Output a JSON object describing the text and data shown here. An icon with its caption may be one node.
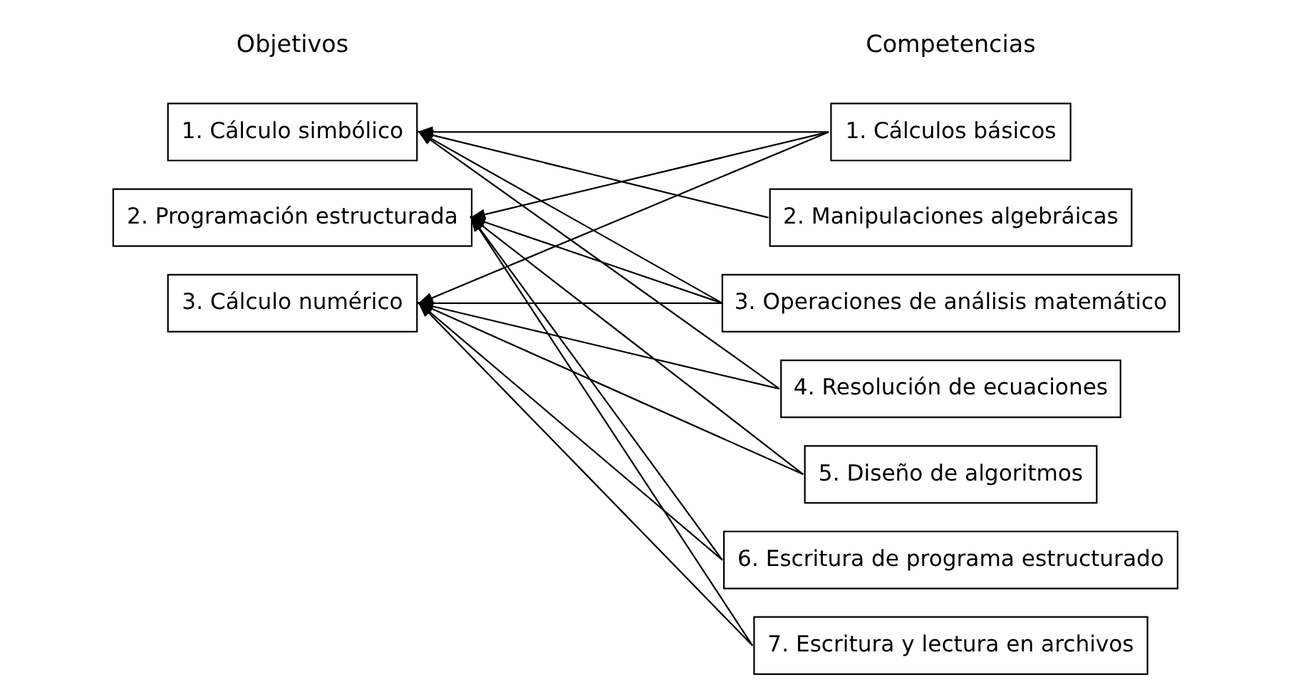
{
  "diagram": {
    "nodes": [
      {
        "text": [
          "1. Cálculo simbólico"
        ]
      },
      {
        "text": [
          "2. Programación estructurada"
        ]
      },
      {
        "text": [
          "3. Cálculo numérico"
        ]
      },
      {
        "text": [
          "1. Cálculos básicos"
        ]
      },
      {
        "text": [
          "2. Manipulaciones algebráicas"
        ]
      },
      {
        "text": [
          "3. Operaciones de análisis matemático"
        ]
      },
      {
        "text": [
          "4. Resolución de ecuaciones"
        ]
      },
      {
        "text": [
          "5. Diseño de algoritmos"
        ]
      },
      {
        "text": [
          "6. Escritura de programa estructurado"
        ]
      },
      {
        "text": [
          "7. Escritura y lectura en archivos"
        ]
      }
    ],
    "edges": [
      {
        "from": 3,
        "to": 0,
        "arrow": "to"
      },
      {
        "from": 3,
        "to": 1,
        "arrow": "to"
      },
      {
        "from": 3,
        "to": 2,
        "arrow": "to"
      },
      {
        "from": 4,
        "to": 0,
        "arrow": "to"
      },
      {
        "from": 5,
        "to": 0,
        "arrow": "to"
      },
      {
        "from": 5,
        "to": 1,
        "arrow": "to"
      },
      {
        "from": 5,
        "to": 2,
        "arrow": "to"
      },
      {
        "from": 6,
        "to": 0,
        "arrow": "to"
      },
      {
        "from": 6,
        "to": 2,
        "arrow": "to"
      },
      {
        "from": 7,
        "to": 1,
        "arrow": "to"
      },
      {
        "from": 7,
        "to": 2,
        "arrow": "to"
      },
      {
        "from": 8,
        "to": 1,
        "arrow": "to"
      },
      {
        "from": 8,
        "to": 2,
        "arrow": "to"
      },
      {
        "from": 9,
        "to": 1,
        "arrow": "to"
      },
      {
        "from": 9,
        "to": 2,
        "arrow": "to"
      }
    ],
    "labels": [
      "Objetivos",
      "Competencias"
    ]
  }
}
